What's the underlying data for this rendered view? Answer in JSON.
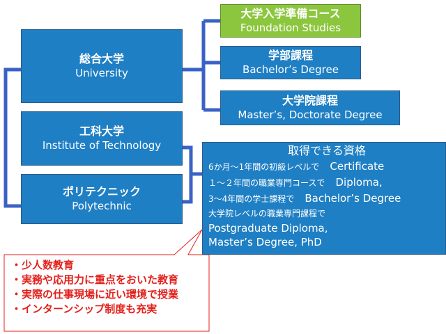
{
  "colors": {
    "box_blue": "#1f7fc4",
    "box_green": "#8cc63f",
    "connector": "#3a62c6",
    "callout_red": "#e3201b"
  },
  "university": {
    "title": "総合大学",
    "subtitle": "University"
  },
  "tech_institute": {
    "title": "工科大学",
    "subtitle": "Institute of Technology"
  },
  "polytechnic": {
    "title": "ポリテクニック",
    "subtitle": "Polytechnic"
  },
  "programs": [
    {
      "title": "大学入学準備コース",
      "subtitle": "Foundation Studies",
      "highlight": true
    },
    {
      "title": "学部課程",
      "subtitle": "Bachelor’s Degree",
      "highlight": false
    },
    {
      "title": "大学院課程",
      "subtitle": "Master’s, Doctorate Degree",
      "highlight": false
    }
  ],
  "qualifications": {
    "heading": "取得できる資格",
    "rows": [
      {
        "desc": "6か月～1年間の初級レベルで",
        "name": "Certificate"
      },
      {
        "desc": "１～２年間の職業専門コースで",
        "name": "Diploma,"
      },
      {
        "desc": "3～4年間の学士課程で",
        "name": "Bachelor’s Degree"
      }
    ],
    "grad_desc": "大学院レベルの職業専門課程で",
    "grad_line1": "Postgraduate Diploma,",
    "grad_line2": "Master’s Degree, PhD"
  },
  "features": [
    "・少人数教育",
    "・実務や応用力に重点をおいた教育",
    "・実際の仕事現場に近い環境で授業",
    "・インターンシップ制度も充実"
  ]
}
